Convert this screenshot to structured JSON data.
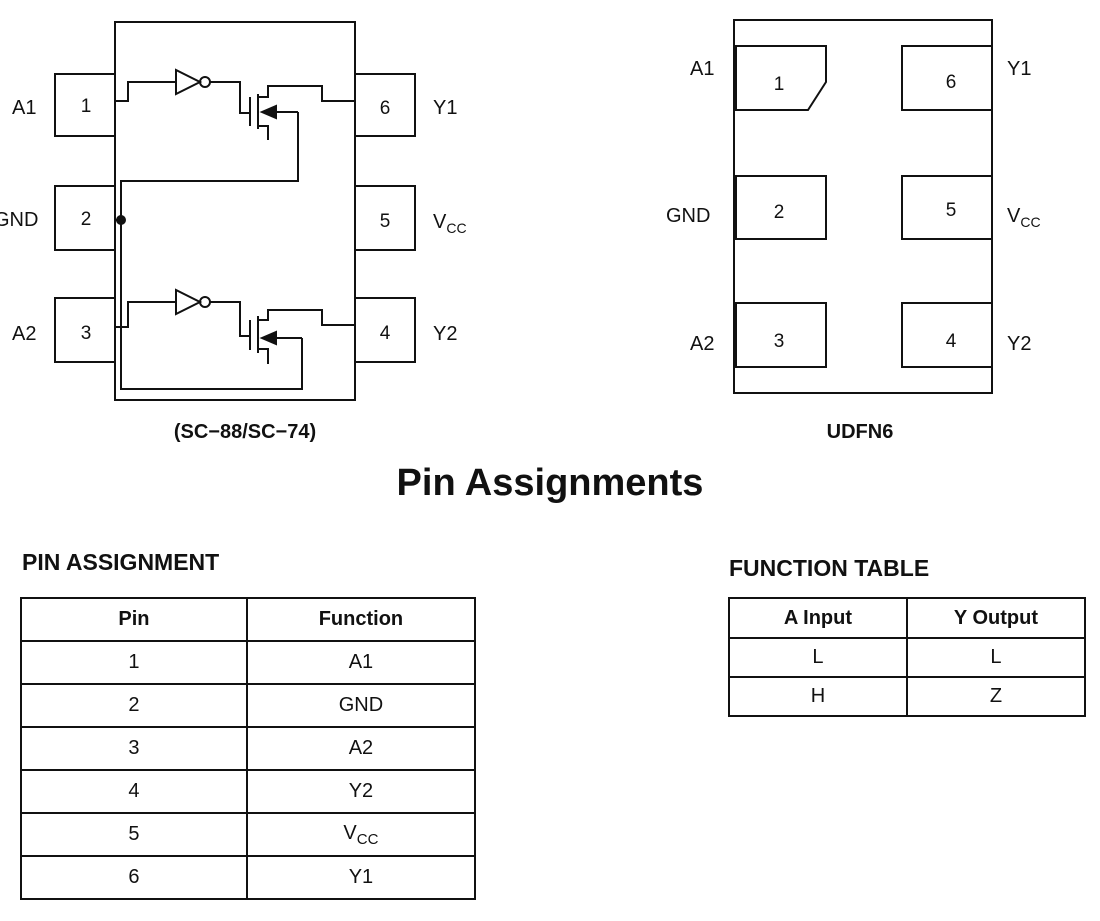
{
  "packages": {
    "sc88": {
      "caption": "(SC−88/SC−74)",
      "pins": [
        {
          "num": "1",
          "label": "A1"
        },
        {
          "num": "2",
          "label": "GND"
        },
        {
          "num": "3",
          "label": "A2"
        },
        {
          "num": "4",
          "label": "Y2"
        },
        {
          "num": "5",
          "label": "V",
          "label_sub": "CC"
        },
        {
          "num": "6",
          "label": "Y1"
        }
      ]
    },
    "udfn": {
      "caption": "UDFN6",
      "pins": [
        {
          "num": "1",
          "label": "A1"
        },
        {
          "num": "2",
          "label": "GND"
        },
        {
          "num": "3",
          "label": "A2"
        },
        {
          "num": "4",
          "label": "Y2"
        },
        {
          "num": "5",
          "label": "V",
          "label_sub": "CC"
        },
        {
          "num": "6",
          "label": "Y1"
        }
      ]
    }
  },
  "main_title": "Pin Assignments",
  "pin_assignment": {
    "title": "PIN ASSIGNMENT",
    "headers": [
      "Pin",
      "Function"
    ],
    "rows": [
      {
        "pin": "1",
        "function": "A1"
      },
      {
        "pin": "2",
        "function": "GND"
      },
      {
        "pin": "3",
        "function": "A2"
      },
      {
        "pin": "4",
        "function": "Y2"
      },
      {
        "pin": "5",
        "function": "V",
        "function_sub": "CC"
      },
      {
        "pin": "6",
        "function": "Y1"
      }
    ]
  },
  "function_table": {
    "title": "FUNCTION TABLE",
    "headers": [
      "A Input",
      "Y Output"
    ],
    "rows": [
      {
        "a": "L",
        "y": "L"
      },
      {
        "a": "H",
        "y": "Z"
      }
    ]
  }
}
